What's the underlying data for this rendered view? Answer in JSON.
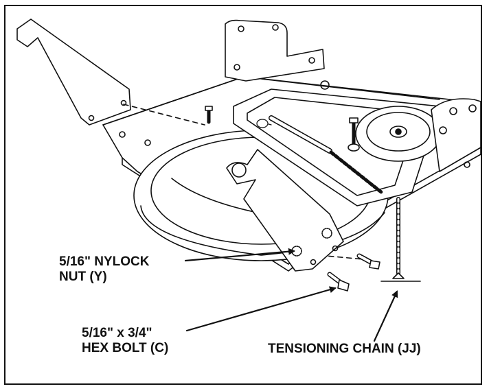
{
  "callouts": {
    "nylock_nut": {
      "line1": "5/16\" NYLOCK",
      "line2": "NUT (Y)"
    },
    "hex_bolt": {
      "line1": "5/16\" x 3/4\"",
      "line2": "HEX BOLT (C)"
    },
    "tensioning_chain": {
      "label": "TENSIONING CHAIN (JJ)"
    }
  },
  "colors": {
    "ink": "#111111",
    "paper": "#ffffff"
  }
}
